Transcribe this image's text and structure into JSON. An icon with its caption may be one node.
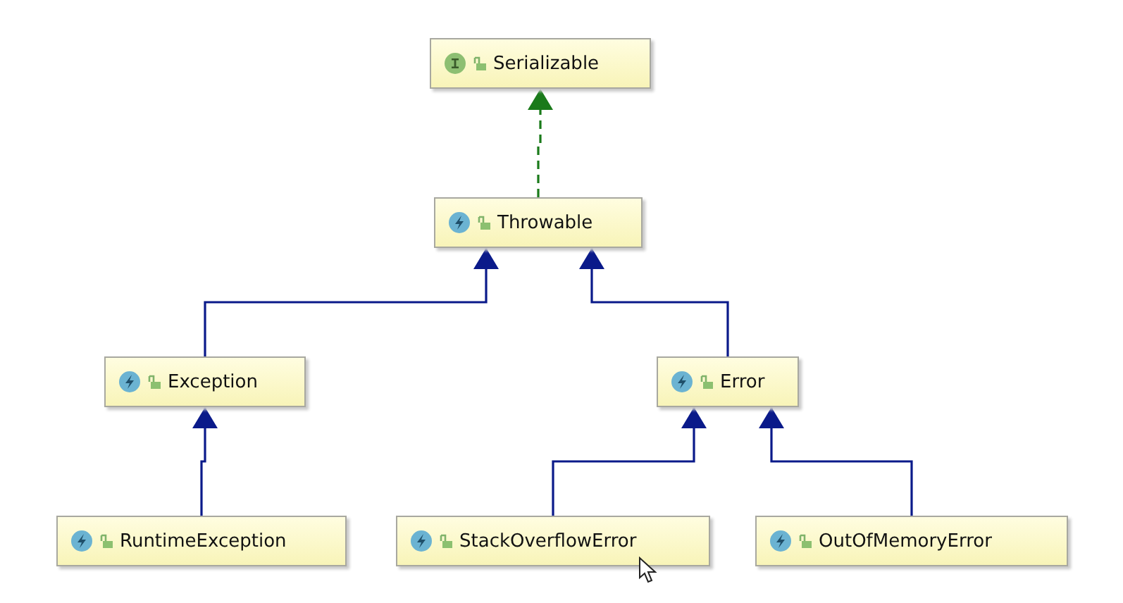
{
  "diagram": {
    "nodes": [
      {
        "text": [
          "Serializable"
        ]
      },
      {
        "text": [
          "Throwable"
        ]
      },
      {
        "text": [
          "Exception"
        ]
      },
      {
        "text": [
          "Error"
        ]
      },
      {
        "text": [
          "RuntimeException"
        ]
      },
      {
        "text": [
          "StackOverflowError"
        ]
      },
      {
        "text": [
          "OutOfMemoryError"
        ]
      }
    ],
    "edges": [
      {
        "from": 1,
        "to": 0,
        "arrow": "to",
        "style": "dashed",
        "color": "#1a7a1a"
      },
      {
        "from": 2,
        "to": 1,
        "arrow": "to"
      },
      {
        "from": 3,
        "to": 1,
        "arrow": "to"
      },
      {
        "from": 4,
        "to": 2,
        "arrow": "to"
      },
      {
        "from": 5,
        "to": 3,
        "arrow": "to"
      },
      {
        "from": 6,
        "to": 3,
        "arrow": "to"
      }
    ]
  }
}
